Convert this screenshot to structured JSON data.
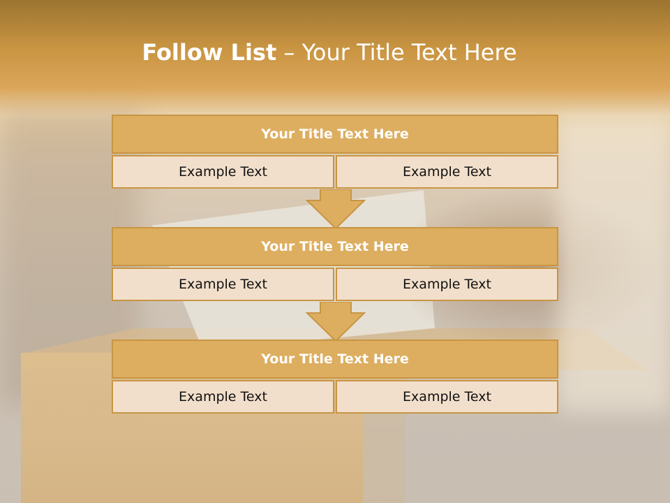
{
  "title": {
    "bold": "Follow List",
    "rest": " – Your Title Text Here"
  },
  "blocks": [
    {
      "title": "Your Title Text Here",
      "cells": [
        "Example Text",
        "Example Text"
      ]
    },
    {
      "title": "Your Title Text Here",
      "cells": [
        "Example Text",
        "Example Text"
      ]
    },
    {
      "title": "Your Title Text Here",
      "cells": [
        "Example Text",
        "Example Text"
      ]
    }
  ],
  "colors": {
    "header_fill": "#ddae5f",
    "cell_fill": "#f2dfcb",
    "border": "#c89543",
    "arrow_fill": "#ddae5f"
  }
}
